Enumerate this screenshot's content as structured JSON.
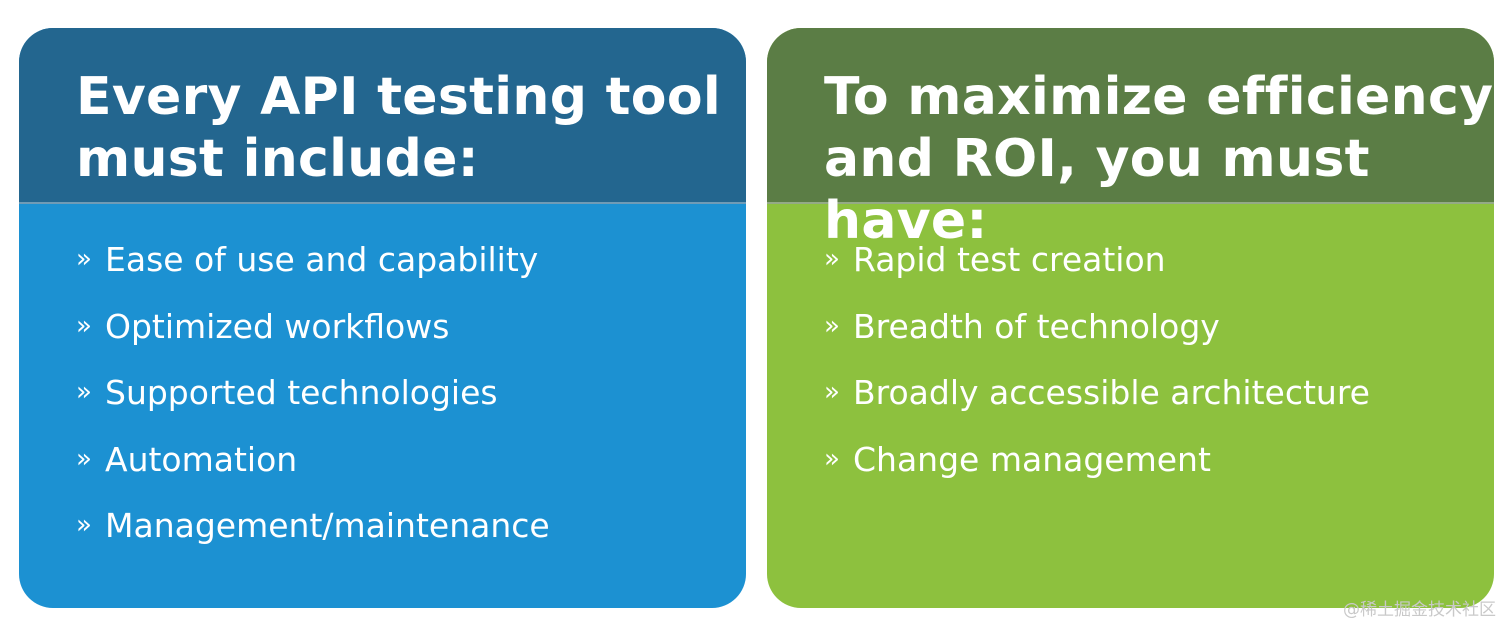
{
  "left_card": {
    "title_line1": "Every API testing tool",
    "title_line2": "must include:",
    "bullet": "»",
    "items": [
      "Ease of use and capability",
      "Optimized workflows",
      "Supported technologies",
      "Automation",
      "Management/maintenance"
    ]
  },
  "right_card": {
    "title_line1": "To maximize efficiency",
    "title_line2": "and ROI, you must have:",
    "bullet": "»",
    "items": [
      "Rapid test creation",
      "Breadth of technology",
      "Broadly accessible architecture",
      "Change management"
    ]
  },
  "watermark": "@稀土掘金技术社区",
  "colors": {
    "left_header": "#23668f",
    "left_body": "#1c91d2",
    "right_header": "#5b7d45",
    "right_body": "#8dc13e"
  }
}
